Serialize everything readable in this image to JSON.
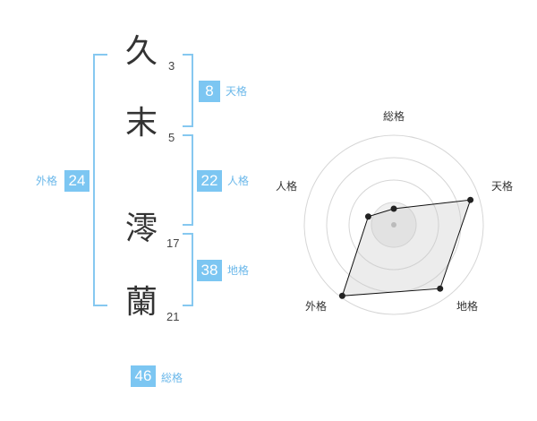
{
  "name_chars": [
    {
      "char": "久",
      "strokes": "3"
    },
    {
      "char": "末",
      "strokes": "5"
    },
    {
      "char": "澪",
      "strokes": "17"
    },
    {
      "char": "蘭",
      "strokes": "21"
    }
  ],
  "fortune": {
    "tenkaku": {
      "value": "8",
      "label": "天格"
    },
    "jinkaku": {
      "value": "22",
      "label": "人格"
    },
    "chikaku": {
      "value": "38",
      "label": "地格"
    },
    "gaikaku": {
      "value": "24",
      "label": "外格"
    },
    "soukaku": {
      "value": "46",
      "label": "総格"
    }
  },
  "colors": {
    "accent": "#7cc6f2",
    "bracket": "#86c8f0"
  },
  "chart_data": {
    "type": "radar",
    "axes": [
      "総格",
      "天格",
      "地格",
      "外格",
      "人格"
    ],
    "values": [
      0.18,
      0.9,
      0.88,
      0.98,
      0.3
    ],
    "range": [
      0,
      1
    ],
    "rings": 4
  }
}
